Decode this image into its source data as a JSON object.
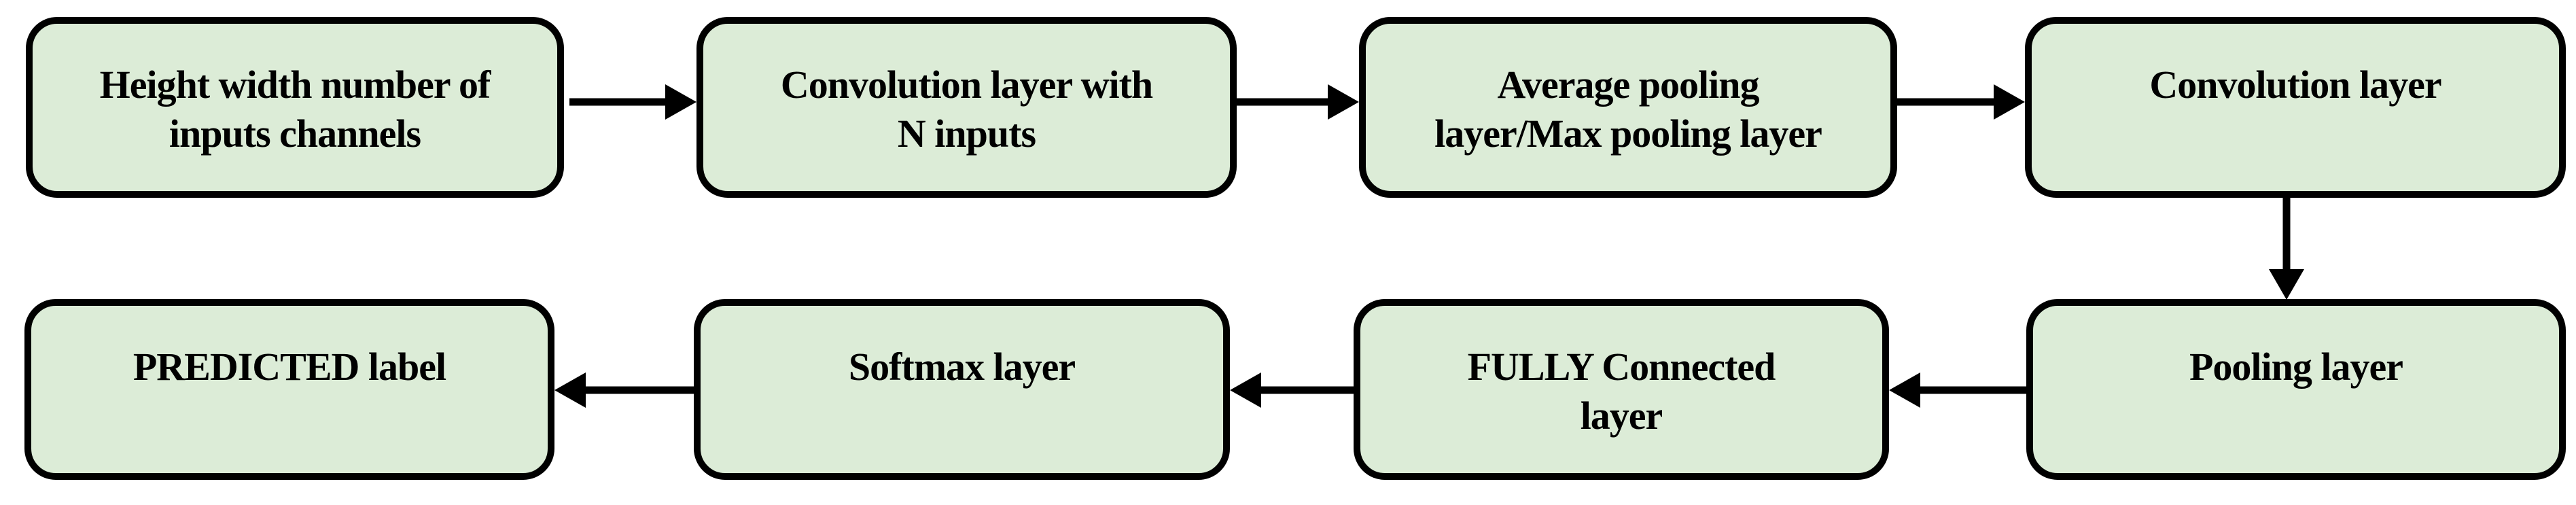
{
  "diagram": {
    "type": "flowchart",
    "colors": {
      "background": "#ffffff",
      "node_fill": "#dcecd7",
      "node_border": "#000000",
      "arrow": "#000000",
      "text": "#000000"
    },
    "nodes": [
      {
        "id": "input-dimensions",
        "label": "Height width number of\ninputs channels"
      },
      {
        "id": "convolution-n-inputs",
        "label": "Convolution layer with\nN inputs"
      },
      {
        "id": "avg-max-pooling",
        "label": "Average pooling\nlayer/Max pooling layer"
      },
      {
        "id": "convolution",
        "label": "Convolution layer"
      },
      {
        "id": "pooling",
        "label": "Pooling layer"
      },
      {
        "id": "fully-connected",
        "label": "FULLY Connected\nlayer"
      },
      {
        "id": "softmax",
        "label": "Softmax layer"
      },
      {
        "id": "predicted-label",
        "label": "PREDICTED label"
      }
    ],
    "edges": [
      {
        "from": "input-dimensions",
        "to": "convolution-n-inputs",
        "direction": "right"
      },
      {
        "from": "convolution-n-inputs",
        "to": "avg-max-pooling",
        "direction": "right"
      },
      {
        "from": "avg-max-pooling",
        "to": "convolution",
        "direction": "right"
      },
      {
        "from": "convolution",
        "to": "pooling",
        "direction": "down"
      },
      {
        "from": "pooling",
        "to": "fully-connected",
        "direction": "left"
      },
      {
        "from": "fully-connected",
        "to": "softmax",
        "direction": "left"
      },
      {
        "from": "softmax",
        "to": "predicted-label",
        "direction": "left"
      }
    ]
  }
}
